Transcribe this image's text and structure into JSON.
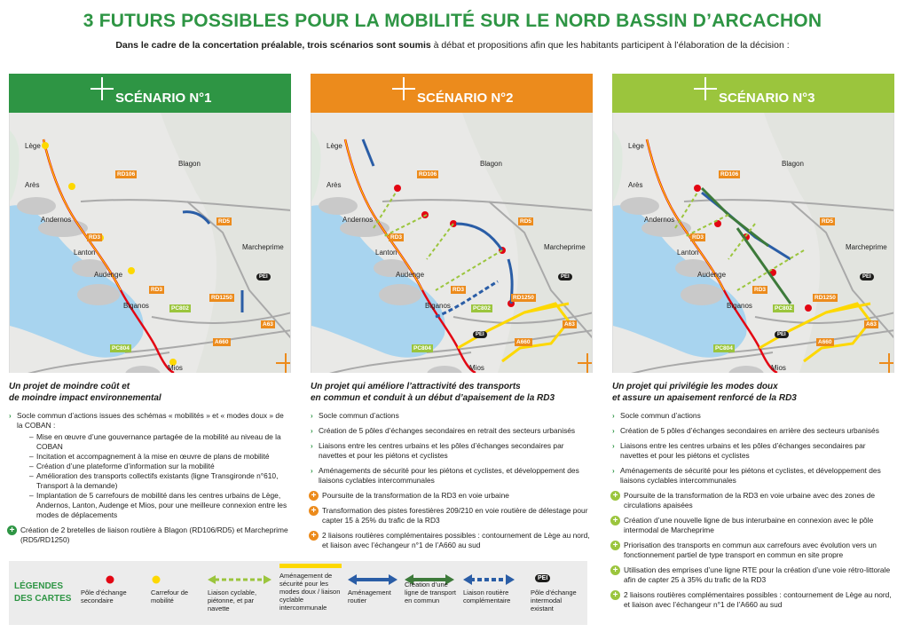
{
  "header": {
    "title": "3 FUTURS POSSIBLES POUR LA MOBILITÉ SUR LE NORD BASSIN D’ARCACHON",
    "subtitle_bold": "Dans le cadre de la concertation préalable, trois scénarios sont soumis",
    "subtitle_rest": " à débat et propositions afin que les habitants participent à l’élaboration de la décision :"
  },
  "colors": {
    "s1": "#2e9544",
    "s2": "#ec8b1c",
    "s3": "#9bc53d"
  },
  "map_labels": {
    "places": [
      "Lège",
      "Arès",
      "Andernos",
      "Lanton",
      "Audenge",
      "Biganos",
      "Mios",
      "Blagon",
      "Marcheprime"
    ],
    "roads": [
      "RD106",
      "RD3",
      "RD5",
      "RD1250",
      "PC802",
      "PC804",
      "A660",
      "A63",
      "RD3"
    ],
    "pei": "PEI"
  },
  "scenarios": [
    {
      "label": "SCÉNARIO N°1",
      "desc_title_1": "Un projet de moindre coût et",
      "desc_title_2": "de moindre impact environnemental",
      "items": [
        {
          "type": "b",
          "text": "Socle commun d’actions issues des schémas « mobilités » et « modes doux » de la COBAN :",
          "sub": [
            "Mise en œuvre d’une gouvernance partagée de la mobilité au niveau de la COBAN",
            "Incitation et accompagnement à la mise en œuvre de plans de mobilité",
            "Création d’une plateforme d’information sur la mobilité",
            "Amélioration des transports collectifs existants (ligne Transgironde n°610, Transport à la demande)",
            "Implantation de 5 carrefours de mobilité dans les centres urbains de Lège, Andernos, Lanton, Audenge et Mios, pour une meilleure connexion entre les modes de déplacements"
          ]
        },
        {
          "type": "plus",
          "text": "Création de 2 bretelles de liaison routière à Blagon (RD106/RD5) et Marcheprime (RD5/RD1250)"
        }
      ]
    },
    {
      "label": "SCÉNARIO N°2",
      "desc_title_1": "Un projet qui améliore l’attractivité des transports",
      "desc_title_2": "en commun et conduit à un début d’apaisement de la RD3",
      "items": [
        {
          "type": "b",
          "text": "Socle commun d’actions"
        },
        {
          "type": "b",
          "text": "Création de 5 pôles d’échanges secondaires en retrait des secteurs urbanisés"
        },
        {
          "type": "b",
          "text": "Liaisons entre les centres urbains et les pôles d’échanges secondaires par navettes et pour les piétons et cyclistes"
        },
        {
          "type": "b",
          "text": "Aménagements de sécurité pour les piétons et cyclistes, et développement des liaisons cyclables intercommunales"
        },
        {
          "type": "plus",
          "text": "Poursuite de la transformation de la RD3 en voie urbaine"
        },
        {
          "type": "plus",
          "text": "Transformation des pistes forestières 209/210 en voie routière de délestage pour capter 15 à 25% du trafic de la RD3"
        },
        {
          "type": "plus",
          "text": "2 liaisons routières complémentaires possibles : contournement de Lège au nord, et liaison avec l’échangeur n°1 de l’A660 au sud"
        }
      ]
    },
    {
      "label": "SCÉNARIO N°3",
      "desc_title_1": "Un projet qui privilégie les modes doux",
      "desc_title_2": "et assure un apaisement renforcé de la RD3",
      "items": [
        {
          "type": "b",
          "text": "Socle commun d’actions"
        },
        {
          "type": "b",
          "text": "Création de 5 pôles d’échanges secondaires en arrière des secteurs urbanisés"
        },
        {
          "type": "b",
          "text": "Liaisons entre les centres urbains et les pôles d’échanges secondaires par navettes et pour les piétons et cyclistes"
        },
        {
          "type": "b",
          "text": "Aménagements de sécurité pour les piétons et cyclistes, et développement des liaisons cyclables intercommunales"
        },
        {
          "type": "plus",
          "text": "Poursuite de la transformation de la RD3 en voie urbaine avec des zones de circulations apaisées"
        },
        {
          "type": "plus",
          "text": "Création d’une nouvelle ligne de bus interurbaine en connexion avec le pôle intermodal de Marcheprime"
        },
        {
          "type": "plus",
          "text": "Priorisation des transports en commun aux carrefours avec évolution vers un fonctionnement partiel de type transport en commun en site propre"
        },
        {
          "type": "plus",
          "text": "Utilisation des emprises d’une ligne RTE pour la création d’une voie rétro-littorale afin de capter 25 à 35% du trafic de la RD3"
        },
        {
          "type": "plus",
          "text": "2 liaisons routières complémentaires possibles : contournement de Lège au nord, et liaison avec l’échangeur n°1 de l’A660 au sud"
        }
      ]
    }
  ],
  "legend": {
    "title_1": "LÉGENDES",
    "title_2": "DES CARTES",
    "items": [
      "Pôle d’échange secondaire",
      "Carrefour de mobilité",
      "Liaison cyclable, piétonne, et par navette",
      "Aménagement de sécurité pour les modes doux / liaison cyclable intercommunale",
      "Aménagement routier",
      "Création d’une ligne de transport en commun",
      "Liaison routière complémentaire",
      "Pôle d’échange intermodal existant"
    ],
    "pei": "PEI"
  }
}
